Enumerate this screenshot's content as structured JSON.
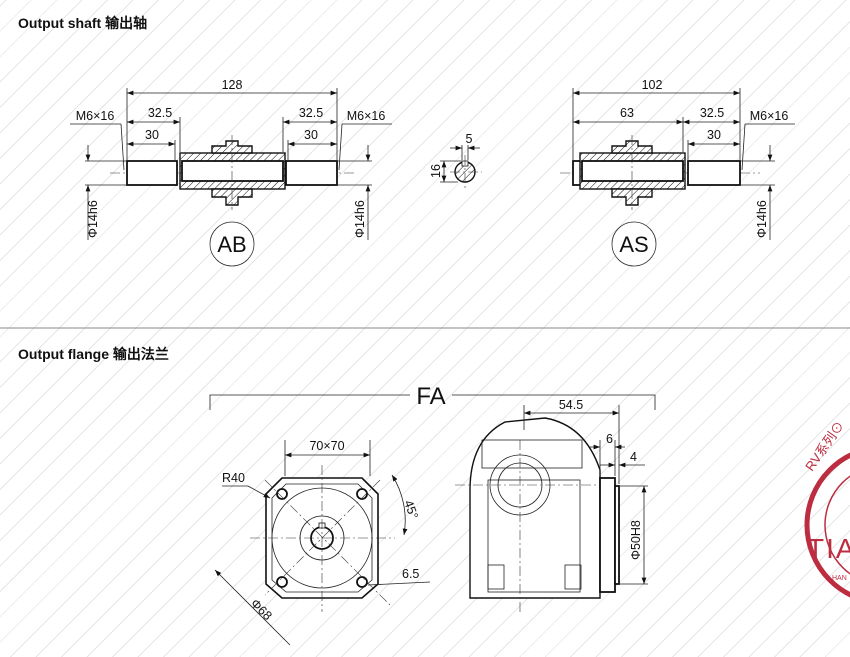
{
  "sections": {
    "shaft_title": "Output shaft 输出轴",
    "flange_title": "Output flange  输出法兰"
  },
  "shaft_ab": {
    "total_length": "128",
    "left_len_outer": "32.5",
    "left_len_inner": "30",
    "right_len_outer": "32.5",
    "right_len_inner": "30",
    "thread_left": "M6×16",
    "thread_right": "M6×16",
    "dia_left": "Φ14h6",
    "dia_right": "Φ14h6",
    "label": "AB"
  },
  "keyway": {
    "width": "5",
    "height": "16"
  },
  "shaft_as": {
    "total_length": "102",
    "left_len": "63",
    "right_len_outer": "32.5",
    "right_len_inner": "30",
    "thread": "M6×16",
    "dia": "Φ14h6",
    "label": "AS"
  },
  "flange": {
    "label": "FA",
    "square": "70×70",
    "radius": "R40",
    "angle": "45°",
    "pcd": "Φ68",
    "hole": "6.5",
    "length": "54.5",
    "thickness": "6",
    "spigot": "4",
    "spigot_dia": "Φ50H8"
  },
  "stamp": {
    "text": "RV系列 TIA HAN",
    "color": "#b5172c"
  }
}
